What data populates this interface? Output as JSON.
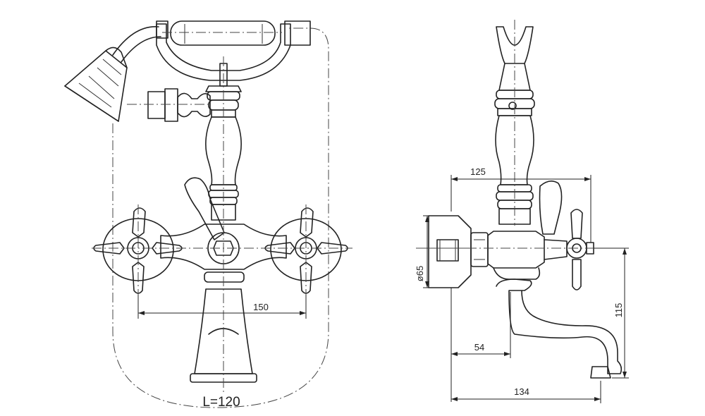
{
  "dimensions": {
    "front_spacing": "150",
    "spout_length": "L=120",
    "side_depth_top": "125",
    "side_diameter": "ø65",
    "side_spout_offset": "54",
    "side_total_depth": "134",
    "side_height": "115"
  }
}
